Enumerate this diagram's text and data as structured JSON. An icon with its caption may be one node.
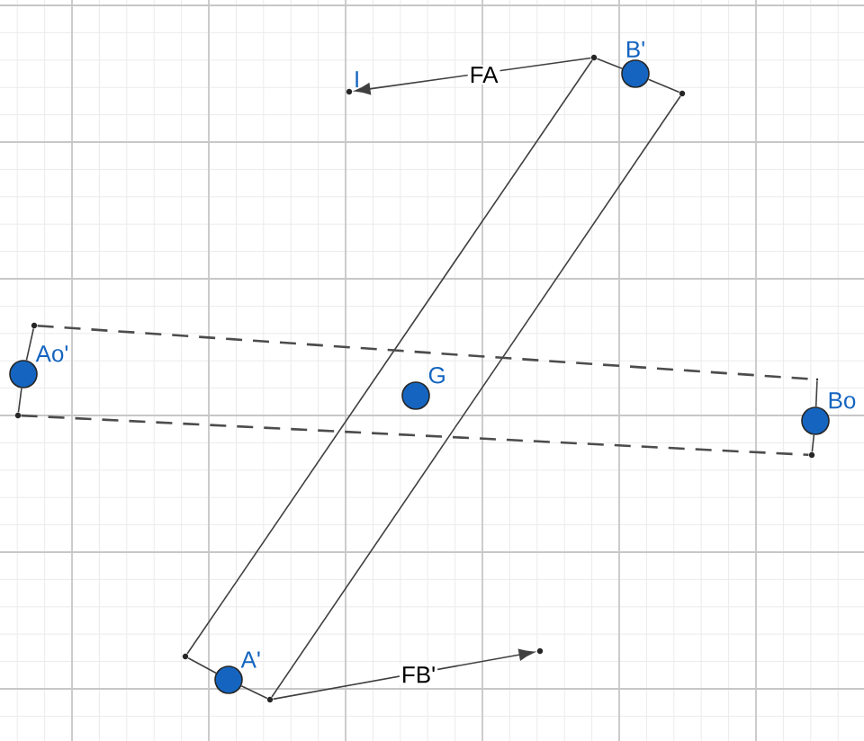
{
  "diagram": {
    "nodes": [
      {
        "text": [
          "B'"
        ]
      },
      {
        "text": [
          "A'"
        ]
      },
      {
        "text": [
          "G"
        ]
      },
      {
        "text": [
          "Ao'"
        ]
      },
      {
        "text": [
          "Bo"
        ]
      },
      {
        "text": [
          "I"
        ]
      },
      {
        "text": [],
        "shape": "circle"
      },
      {
        "text": [],
        "shape": "circle"
      },
      {
        "text": [],
        "shape": "circle"
      },
      {
        "text": [],
        "shape": "circle"
      },
      {
        "text": [],
        "shape": "circle"
      },
      {
        "text": [],
        "shape": "circle"
      },
      {
        "text": [],
        "shape": "circle"
      },
      {
        "text": [],
        "shape": "circle"
      },
      {
        "text": [],
        "shape": "circle"
      }
    ],
    "edges": [
      {
        "from": 6,
        "to": 0,
        "arrow": "none"
      },
      {
        "from": 0,
        "to": 7,
        "arrow": "none"
      },
      {
        "from": 7,
        "to": 9,
        "arrow": "none"
      },
      {
        "from": 9,
        "to": 1,
        "arrow": "none"
      },
      {
        "from": 1,
        "to": 8,
        "arrow": "none"
      },
      {
        "from": 8,
        "to": 6,
        "arrow": "none"
      },
      {
        "from": 6,
        "to": 5,
        "arrow": "to",
        "label": "FA"
      },
      {
        "from": 9,
        "to": 10,
        "arrow": "to",
        "label": "FB'"
      },
      {
        "from": 11,
        "to": 3,
        "arrow": "none"
      },
      {
        "from": 3,
        "to": 12,
        "arrow": "none"
      },
      {
        "from": 12,
        "to": 13,
        "arrow": "none",
        "style": "dashed"
      },
      {
        "from": 13,
        "to": 4,
        "arrow": "none"
      },
      {
        "from": 11,
        "to": 14,
        "arrow": "none",
        "style": "dashed"
      },
      {
        "from": 14,
        "to": 4,
        "arrow": "none"
      }
    ]
  }
}
